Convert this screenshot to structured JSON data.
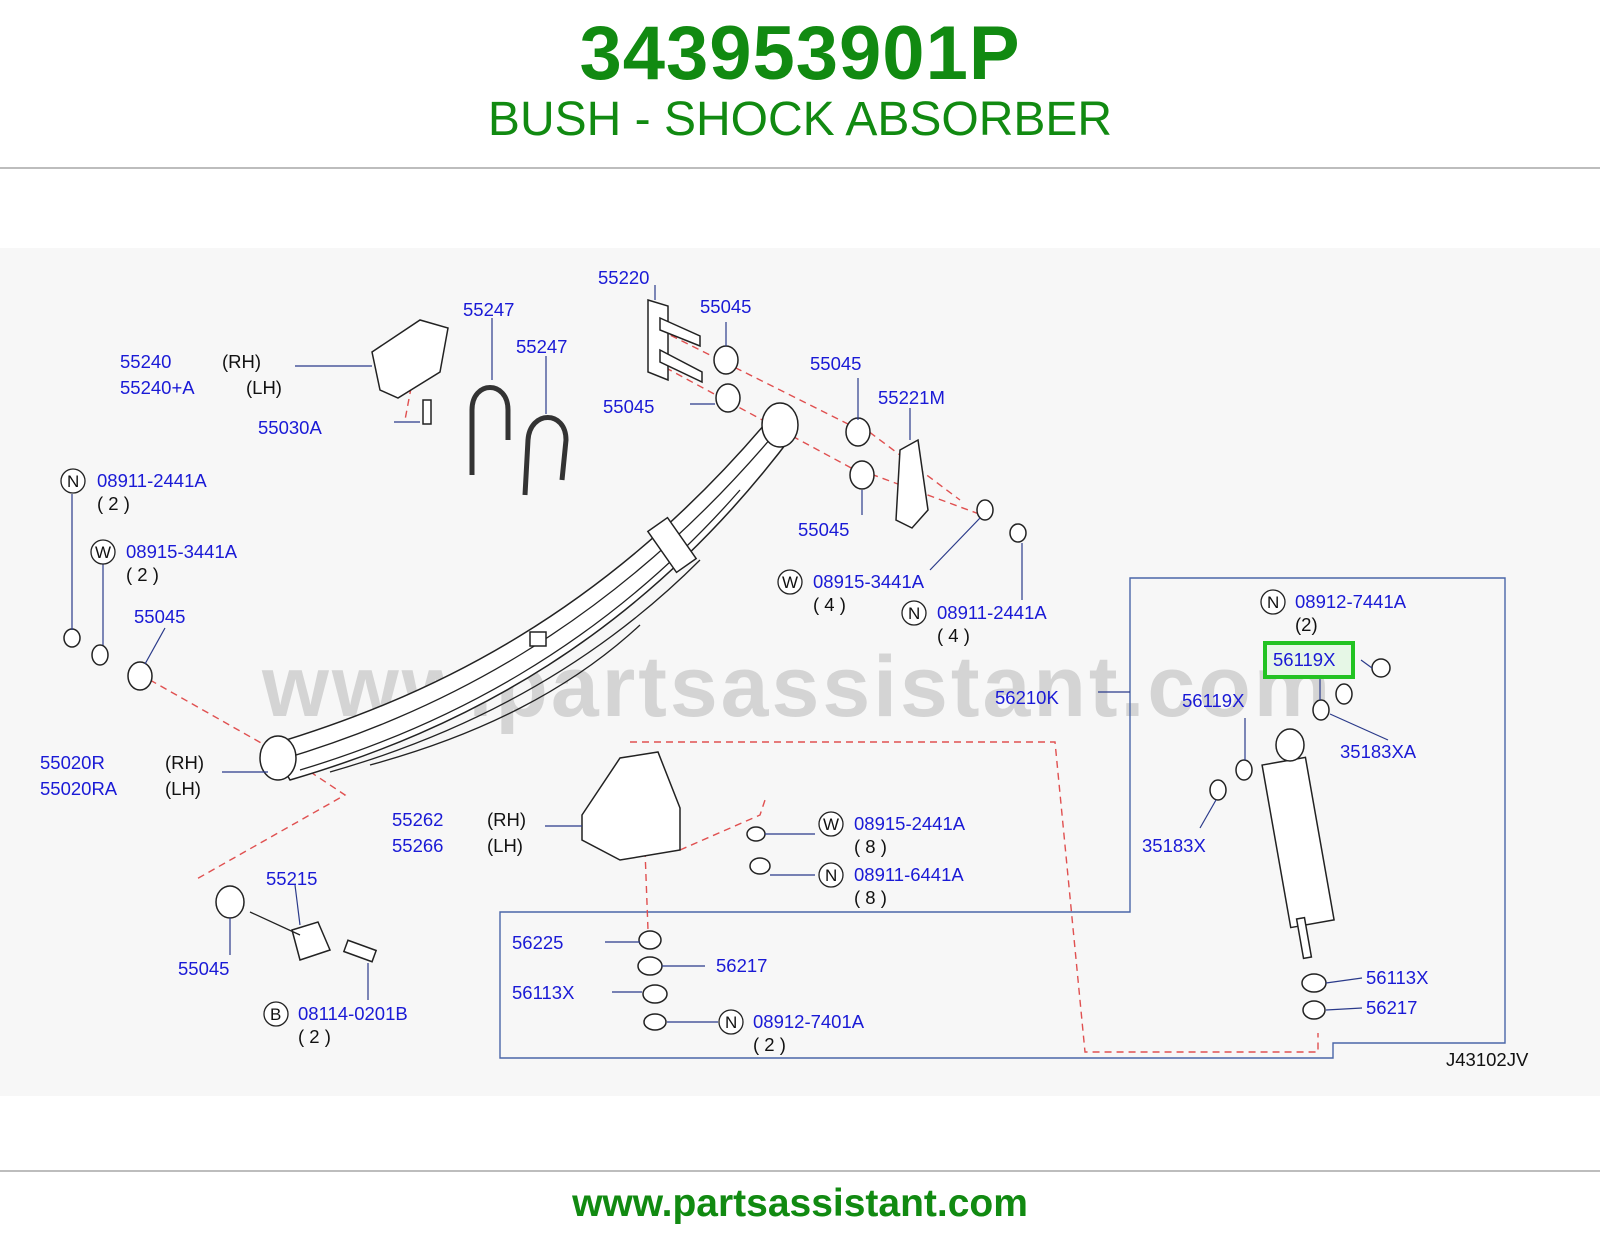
{
  "header": {
    "part_number": "343953901P",
    "part_name": "BUSH - SHOCK ABSORBER"
  },
  "watermark": "www.partsassistant.com",
  "footer_url": "www.partsassistant.com",
  "diagram_code": "J43102JV",
  "highlight_color": "#22c322",
  "labels": {
    "p55220": "55220",
    "p55247a": "55247",
    "p55247b": "55247",
    "p55045_top": "55045",
    "p55045_mid": "55045",
    "p55045_right": "55045",
    "p55045_lower": "55045",
    "p55045_left": "55045",
    "p55045_bottom": "55045",
    "p55240": "55240",
    "p55240a": "55240+A",
    "rh1": "(RH)",
    "lh1": "(LH)",
    "p55030a": "55030A",
    "p55221m": "55221M",
    "n1_letter": "N",
    "n1_part": "08911-2441A",
    "n1_qty": "( 2 )",
    "w1_letter": "W",
    "w1_part": "08915-3441A",
    "w1_qty": "( 2 )",
    "w2_letter": "W",
    "w2_part": "08915-3441A",
    "w2_qty": "( 4 )",
    "n2_letter": "N",
    "n2_part": "08911-2441A",
    "n2_qty": "( 4 )",
    "n3_letter": "N",
    "n3_part": "08912-7441A",
    "n3_qty": "(2)",
    "p56119x_hl": "56119X",
    "p56119x": "56119X",
    "p56210k": "56210K",
    "p35183xa": "35183XA",
    "p35183x": "35183X",
    "p55020r": "55020R",
    "p55020ra": "55020RA",
    "rh2": "(RH)",
    "lh2": "(LH)",
    "p55262": "55262",
    "p55266": "55266",
    "rh3": "(RH)",
    "lh3": "(LH)",
    "w3_letter": "W",
    "w3_part": "08915-2441A",
    "w3_qty": "( 8 )",
    "n4_letter": "N",
    "n4_part": "08911-6441A",
    "n4_qty": "( 8 )",
    "p55215": "55215",
    "b1_letter": "B",
    "b1_part": "08114-0201B",
    "b1_qty": "( 2 )",
    "p56225": "56225",
    "p56217a": "56217",
    "p56113xa": "56113X",
    "n5_letter": "N",
    "n5_part": "08912-7401A",
    "n5_qty": "( 2 )",
    "p56113xb": "56113X",
    "p56217b": "56217"
  }
}
